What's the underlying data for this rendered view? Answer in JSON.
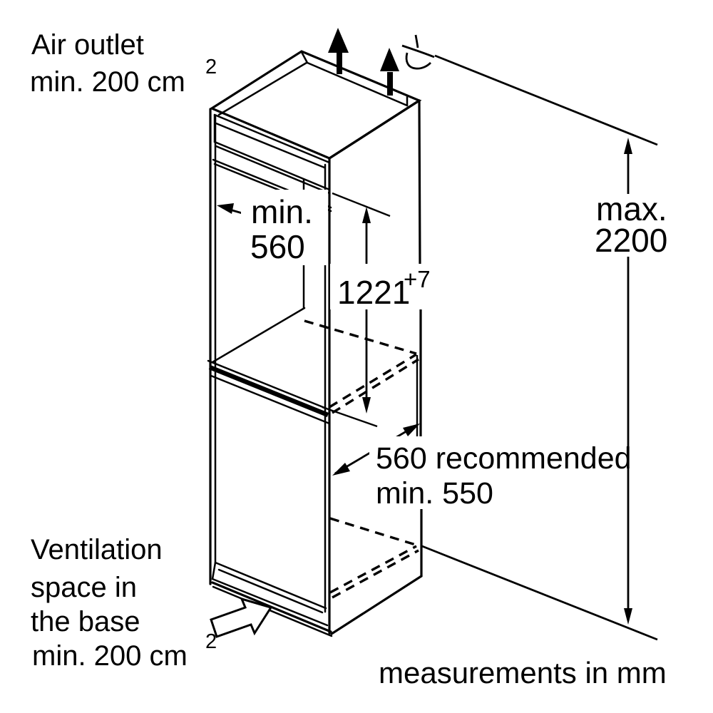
{
  "title": "Built-in appliance niche installation diagram",
  "units_note": "measurements in mm",
  "colors": {
    "line": "#000000",
    "background": "#ffffff"
  },
  "icons": {
    "airflow_arrows": "two filled arrows pointing up out of cabinet top",
    "ventilation_arrow": "hollow block arrow pointing into base vent slot",
    "ceiling_break": "sketch break symbol at ceiling reference line"
  },
  "labels": {
    "air_outlet": {
      "line1": "Air outlet",
      "line2": "min. 200 cm",
      "sup": "2"
    },
    "ventilation": {
      "line1": "Ventilation",
      "line2": "space in",
      "line3": "the base",
      "line4": "min. 200 cm",
      "sup": "2"
    },
    "max_height": {
      "line1": "max.",
      "line2": "2200"
    },
    "niche_height": {
      "value": "1221",
      "tolerance": "+7"
    },
    "niche_width": {
      "line1": "min.",
      "line2": "560"
    },
    "depth": {
      "line1": "560 recommended",
      "line2": "min. 550"
    },
    "footer": {
      "text": "measurements in mm"
    }
  },
  "dimensions_summary": {
    "max_overall_height_mm": "max. 2200",
    "niche_height_mm": "1221 +7",
    "niche_width_mm": "min. 560",
    "depth_mm": "560 recommended, min. 550",
    "air_outlet_area": "min. 200 cm2",
    "base_ventilation_area": "min. 200 cm2"
  }
}
